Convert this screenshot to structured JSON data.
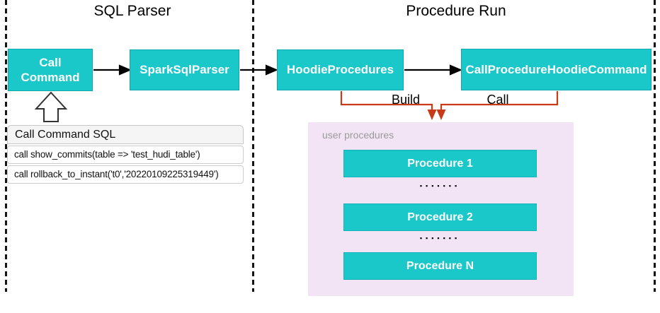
{
  "diagram": {
    "sections": {
      "left_title": "SQL Parser",
      "right_title": "Procedure Run"
    },
    "nodes": {
      "call_command": "Call Command",
      "spark_sql_parser": "SparkSqlParser",
      "hoodie_procedures": "HoodieProcedures",
      "call_procedure_hoodie_command": "CallProcedureHoodieCommand"
    },
    "edge_labels": {
      "build": "Build",
      "call": "Call"
    },
    "sql_panel": {
      "header": "Call Command SQL",
      "rows": [
        "call show_commits(table => 'test_hudi_table')",
        "call rollback_to_instant('t0','20220109225319449')"
      ]
    },
    "user_procedures": {
      "label": "user procedures",
      "items": [
        "Procedure 1",
        "Procedure 2",
        "Procedure N"
      ],
      "dots": "▪▪▪▪▪▪▪"
    },
    "colors": {
      "node_fill": "#1ac7c9",
      "node_border": "#0fa8ae",
      "connector_black": "#000000",
      "connector_red": "#c73c16",
      "panel_lavender": "#f2e4f5",
      "sql_header_bg": "#f5f5f5"
    }
  }
}
